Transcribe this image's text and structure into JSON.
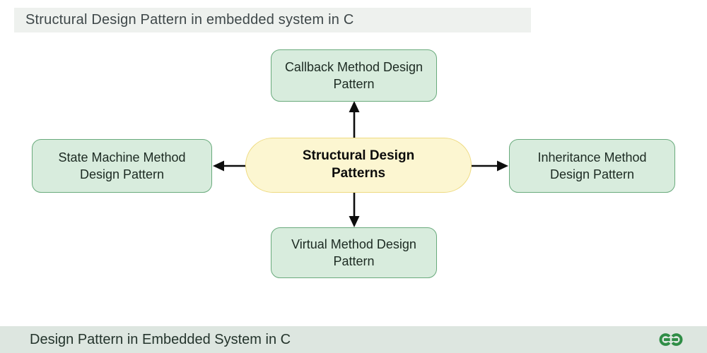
{
  "header": {
    "title": "Structural Design Pattern in embedded system in C"
  },
  "diagram": {
    "center": {
      "label": "Structural Design Patterns"
    },
    "nodes": {
      "top": {
        "label": "Callback Method Design Pattern"
      },
      "left": {
        "label": "State Machine Method Design Pattern"
      },
      "right": {
        "label": "Inheritance Method Design Pattern"
      },
      "bottom": {
        "label": "Virtual Method Design Pattern"
      }
    },
    "connections": [
      {
        "from": "center",
        "to": "top"
      },
      {
        "from": "center",
        "to": "left"
      },
      {
        "from": "center",
        "to": "right"
      },
      {
        "from": "center",
        "to": "bottom"
      }
    ]
  },
  "footer": {
    "title": "Design Pattern in Embedded System in C",
    "logo_icon": "geeksforgeeks-logo"
  },
  "colors": {
    "node_fill": "#d8ecdd",
    "node_border": "#69aa7c",
    "center_fill": "#fcf6d1",
    "center_border": "#eeda81",
    "header_bar_bg": "#eef1ee",
    "footer_bar_bg": "#dde6e0",
    "logo_green": "#2f8d46",
    "arrow": "#0d0d0d"
  }
}
